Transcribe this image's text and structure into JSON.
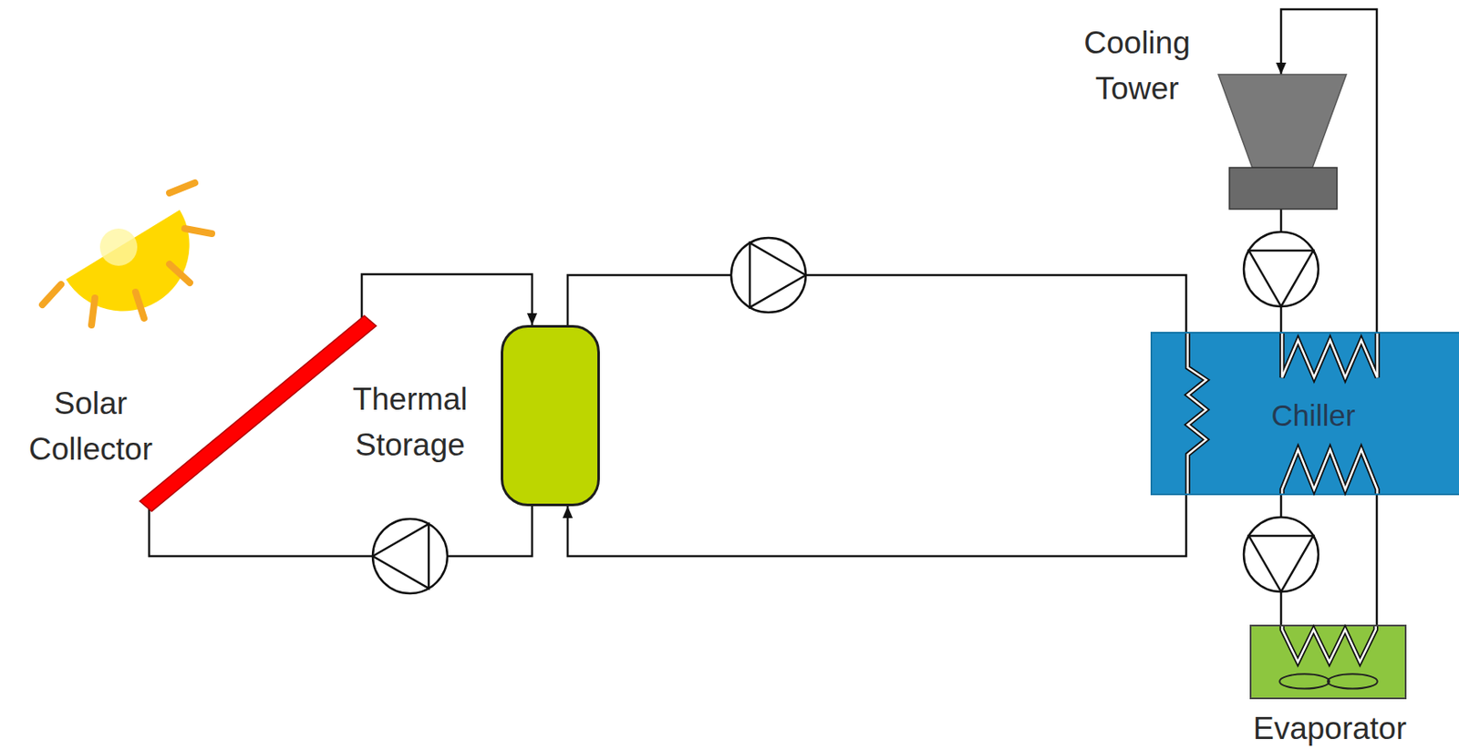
{
  "diagram": {
    "nodes": [
      {
        "text": [
          "Solar Collector"
        ]
      },
      {
        "text": [
          "Thermal Storage"
        ]
      },
      {
        "text": [
          "Chiller"
        ]
      },
      {
        "text": [
          "Cooling Tower"
        ]
      },
      {
        "text": [
          "Evaporator"
        ]
      }
    ],
    "edges": [
      {
        "from": 0,
        "to": 1,
        "arrow": "to"
      },
      {
        "from": 1,
        "to": 0,
        "arrow": "none"
      },
      {
        "from": 1,
        "to": 2,
        "arrow": "none"
      },
      {
        "from": 2,
        "to": 1,
        "arrow": "to"
      },
      {
        "from": 2,
        "to": 3,
        "arrow": "to"
      },
      {
        "from": 3,
        "to": 2,
        "arrow": "none"
      },
      {
        "from": 2,
        "to": 4,
        "arrow": "none"
      },
      {
        "from": 4,
        "to": 2,
        "arrow": "none"
      }
    ]
  }
}
